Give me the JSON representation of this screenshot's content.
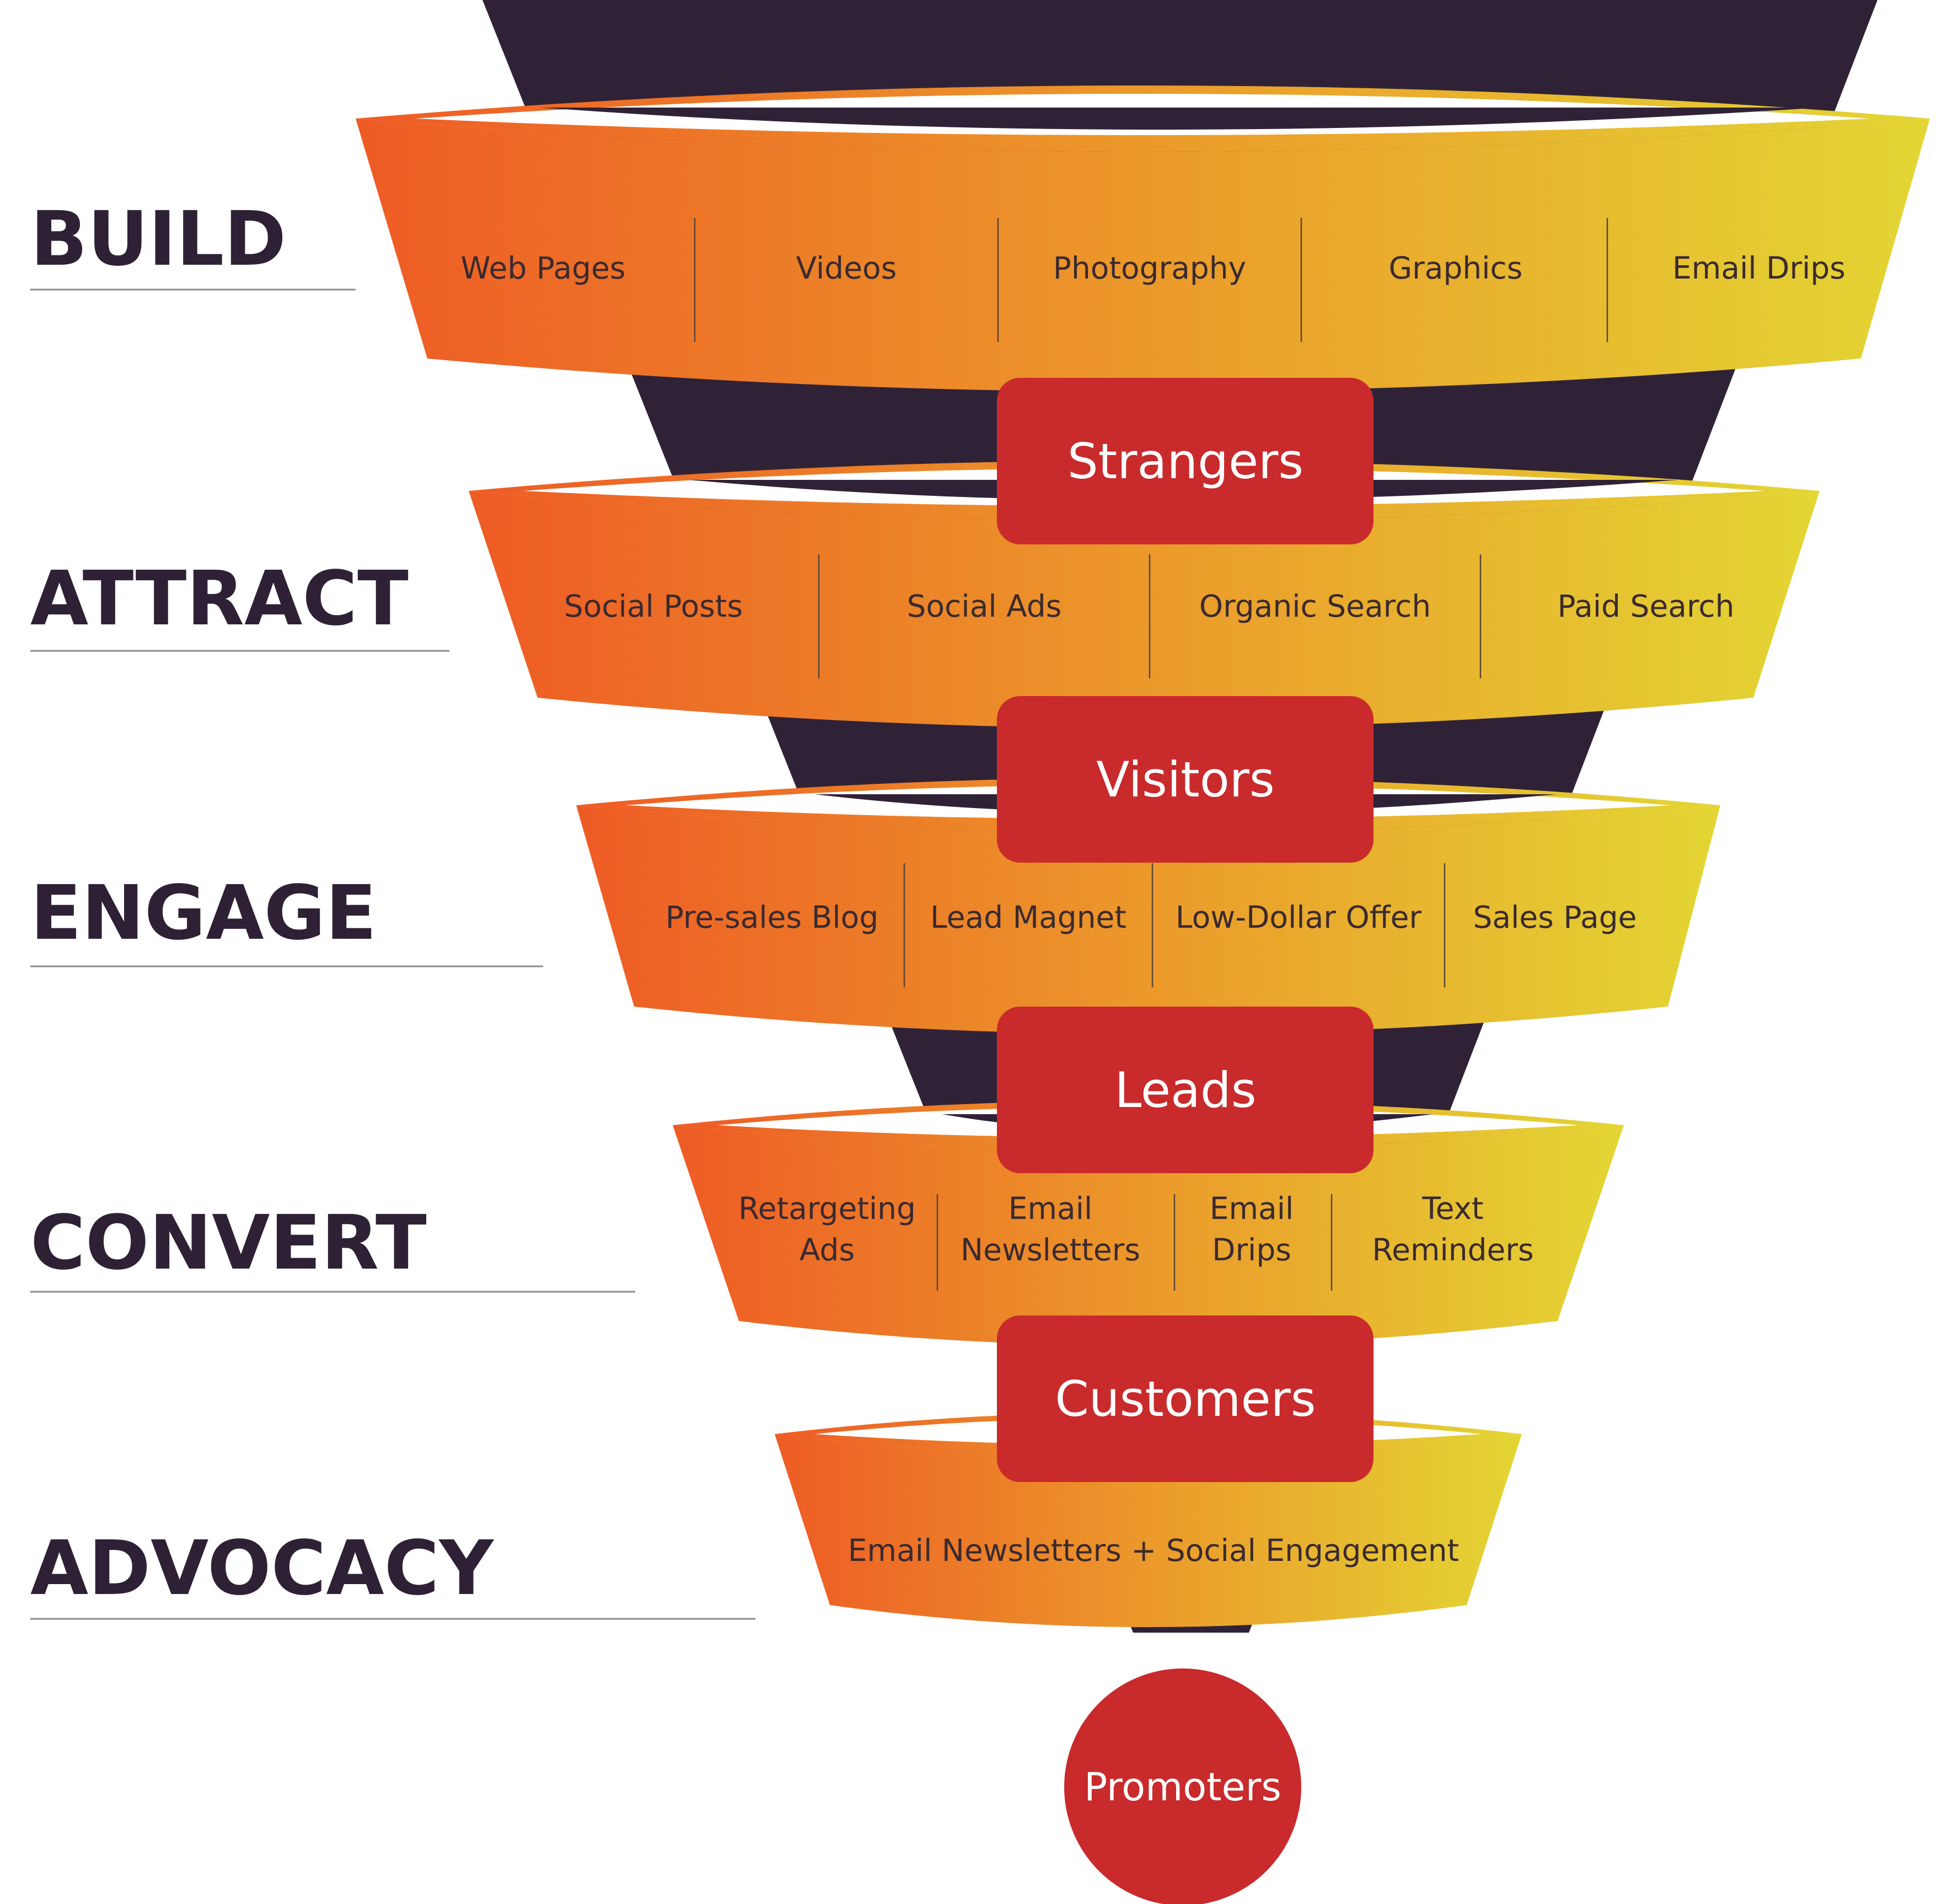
{
  "colors": {
    "funnel_core": "#302236",
    "band_left": "#ee5b25",
    "band_mid": "#ec9a2a",
    "band_right": "#e3d634",
    "badge_red": "#c92a2b",
    "label_dark": "#2e2135"
  },
  "stages": [
    {
      "label": "BUILD",
      "items": [
        "Web Pages",
        "Videos",
        "Photography",
        "Graphics",
        "Email Drips"
      ]
    },
    {
      "label": "ATTRACT",
      "items": [
        "Social Posts",
        "Social Ads",
        "Organic Search",
        "Paid Search"
      ]
    },
    {
      "label": "ENGAGE",
      "items": [
        "Pre-sales Blog",
        "Lead Magnet",
        "Low-Dollar Offer",
        "Sales Page"
      ]
    },
    {
      "label": "CONVERT",
      "items": [
        "Retargeting Ads",
        "Email Newsletters",
        "Email Drips",
        "Text Reminders"
      ]
    },
    {
      "label": "ADVOCACY",
      "items": [
        "Email Newsletters + Social Engagement"
      ]
    }
  ],
  "audiences": [
    "Strangers",
    "Visitors",
    "Leads",
    "Customers"
  ],
  "final_audience": "Promoters"
}
